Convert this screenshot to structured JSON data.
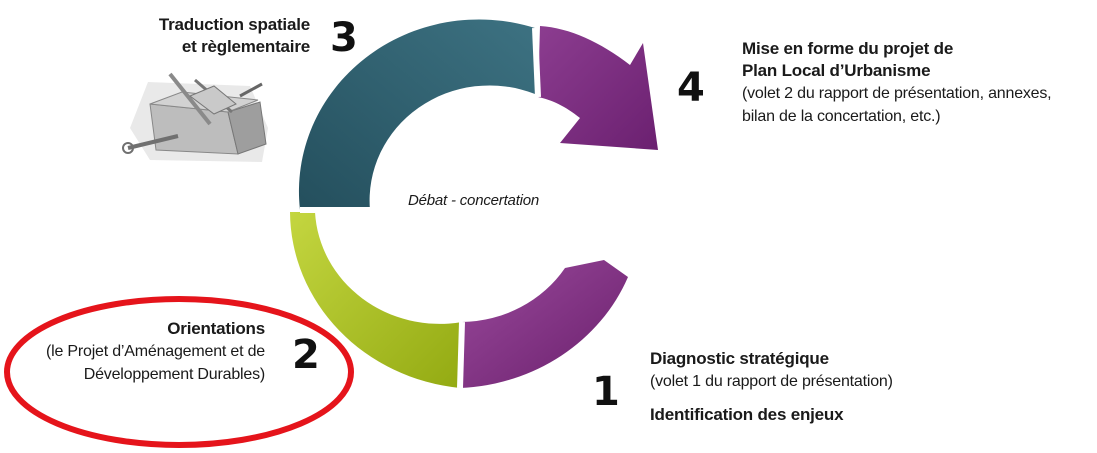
{
  "center_label": "Débat - concertation",
  "steps": [
    {
      "number": "1",
      "title": "Diagnostic stratégique",
      "subtitle": "(volet 1 du rapport de présentation)",
      "extra": "Identification des enjeux"
    },
    {
      "number": "2",
      "title": "Orientations",
      "subtitle_line1": "(le Projet d’Aménagement et de",
      "subtitle_line2": "Développement Durables)"
    },
    {
      "number": "3",
      "title_line1": "Traduction spatiale",
      "title_line2": "et règlementaire"
    },
    {
      "number": "4",
      "title_line1": "Mise en forme du projet de",
      "title_line2": "Plan Local d’Urbanisme",
      "subtitle_line1": "(volet 2 du rapport de présentation, annexes,",
      "subtitle_line2": "bilan de la concertation, etc.)"
    }
  ],
  "colors": {
    "purple": "#7a2a7d",
    "green": "#a8bf1c",
    "teal": "#2e5e6d",
    "highlight_ellipse": "#e5141b"
  },
  "icons": {
    "toolbox": "toolbox-icon"
  }
}
